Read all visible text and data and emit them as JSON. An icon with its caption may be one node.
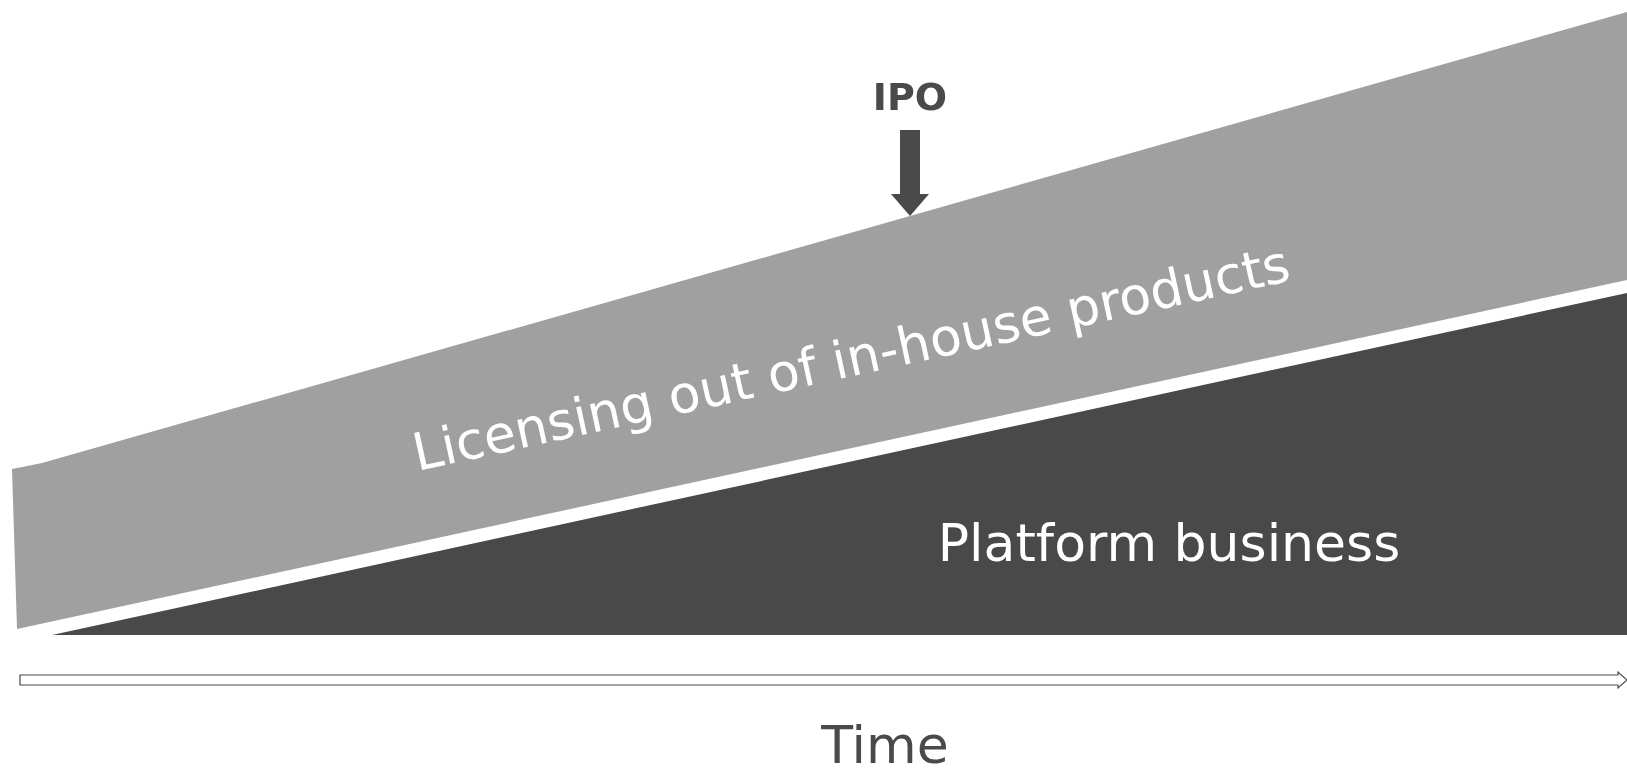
{
  "diagram": {
    "nodes": [
      {
        "text": [
          "Licensing out of in-house products"
        ]
      },
      {
        "text": [
          "Platform business"
        ]
      },
      {
        "text": [
          "IPO"
        ]
      }
    ],
    "edges": [
      {
        "from": 2,
        "to": 0,
        "arrow": "to"
      }
    ],
    "labels": [
      "Time"
    ]
  }
}
